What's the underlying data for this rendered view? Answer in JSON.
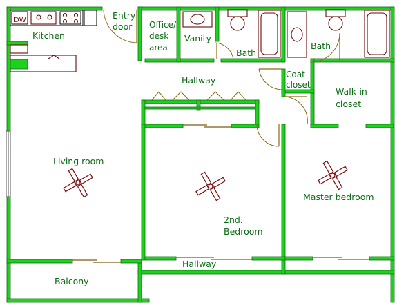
{
  "rooms": {
    "kitchen": "Kitchen",
    "entry_door": [
      "Entry",
      "door"
    ],
    "office": [
      "Office/",
      "desk",
      "area"
    ],
    "vanity": "Vanity",
    "bath1": "Bath",
    "bath2": "Bath",
    "hallway_top": "Hallway",
    "coat_closet": [
      "Coat",
      "closet"
    ],
    "walk_in_closet": [
      "Walk-in",
      "closet"
    ],
    "living_room": "Living room",
    "second_bedroom": [
      "2nd.",
      "Bedroom"
    ],
    "master_bedroom": "Master bedroom",
    "hallway_bottom": "Hallway",
    "balcony": "Balcony"
  },
  "fixtures": {
    "dishwasher": "DW"
  },
  "colors": {
    "wall": "#1fd11f",
    "wall_outline": "#0f6f0f",
    "label": "#0b6b14",
    "fixture": "#6b0a0a",
    "door": "#8a6a10"
  }
}
